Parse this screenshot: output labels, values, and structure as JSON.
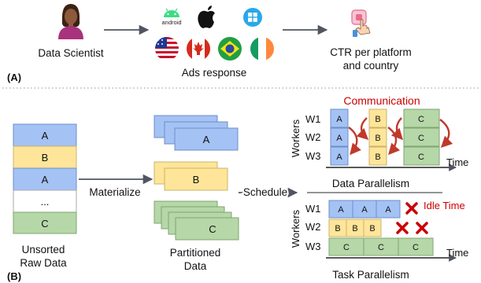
{
  "panel_a": {
    "label": "(A)",
    "data_scientist": "Data Scientist",
    "ads_response": "Ads response",
    "ctr_line1": "CTR per platform",
    "ctr_line2": "and country",
    "platform_icons": [
      "android-icon",
      "apple-icon",
      "windows-icon"
    ],
    "android_text": "android",
    "country_flags": [
      "us-flag-icon",
      "canada-flag-icon",
      "brazil-flag-icon",
      "ireland-flag-icon"
    ]
  },
  "panel_b": {
    "label": "(B)",
    "raw_rows": [
      "A",
      "B",
      "A",
      "...",
      "C"
    ],
    "unsorted_line1": "Unsorted",
    "unsorted_line2": "Raw Data",
    "materialize": "Materialize",
    "partition_labels": [
      "A",
      "B",
      "C"
    ],
    "partitioned_line1": "Partitioned",
    "partitioned_line2": "Data",
    "schedule": "Schedule",
    "data_parallel": {
      "title": "Communication",
      "workers_label": "Workers",
      "worker_names": [
        "W1",
        "W2",
        "W3"
      ],
      "columns": [
        [
          "A",
          "A",
          "A"
        ],
        [
          "B",
          "B",
          "B"
        ],
        [
          "C",
          "C",
          "C"
        ]
      ],
      "time_label": "Time",
      "caption": "Data Parallelism"
    },
    "task_parallel": {
      "idle_label": "Idle Time",
      "workers_label": "Workers",
      "worker_names": [
        "W1",
        "W2",
        "W3"
      ],
      "rows": [
        [
          "A",
          "A",
          "A"
        ],
        [
          "B",
          "B",
          "B"
        ],
        [
          "C",
          "C",
          "C"
        ]
      ],
      "time_label": "Time",
      "caption": "Task Parallelism"
    }
  },
  "colors": {
    "blue": "#a4c2f4",
    "yellow": "#ffe599",
    "green": "#b6d7a8",
    "red": "#cc0000",
    "arrow": "#505560"
  }
}
